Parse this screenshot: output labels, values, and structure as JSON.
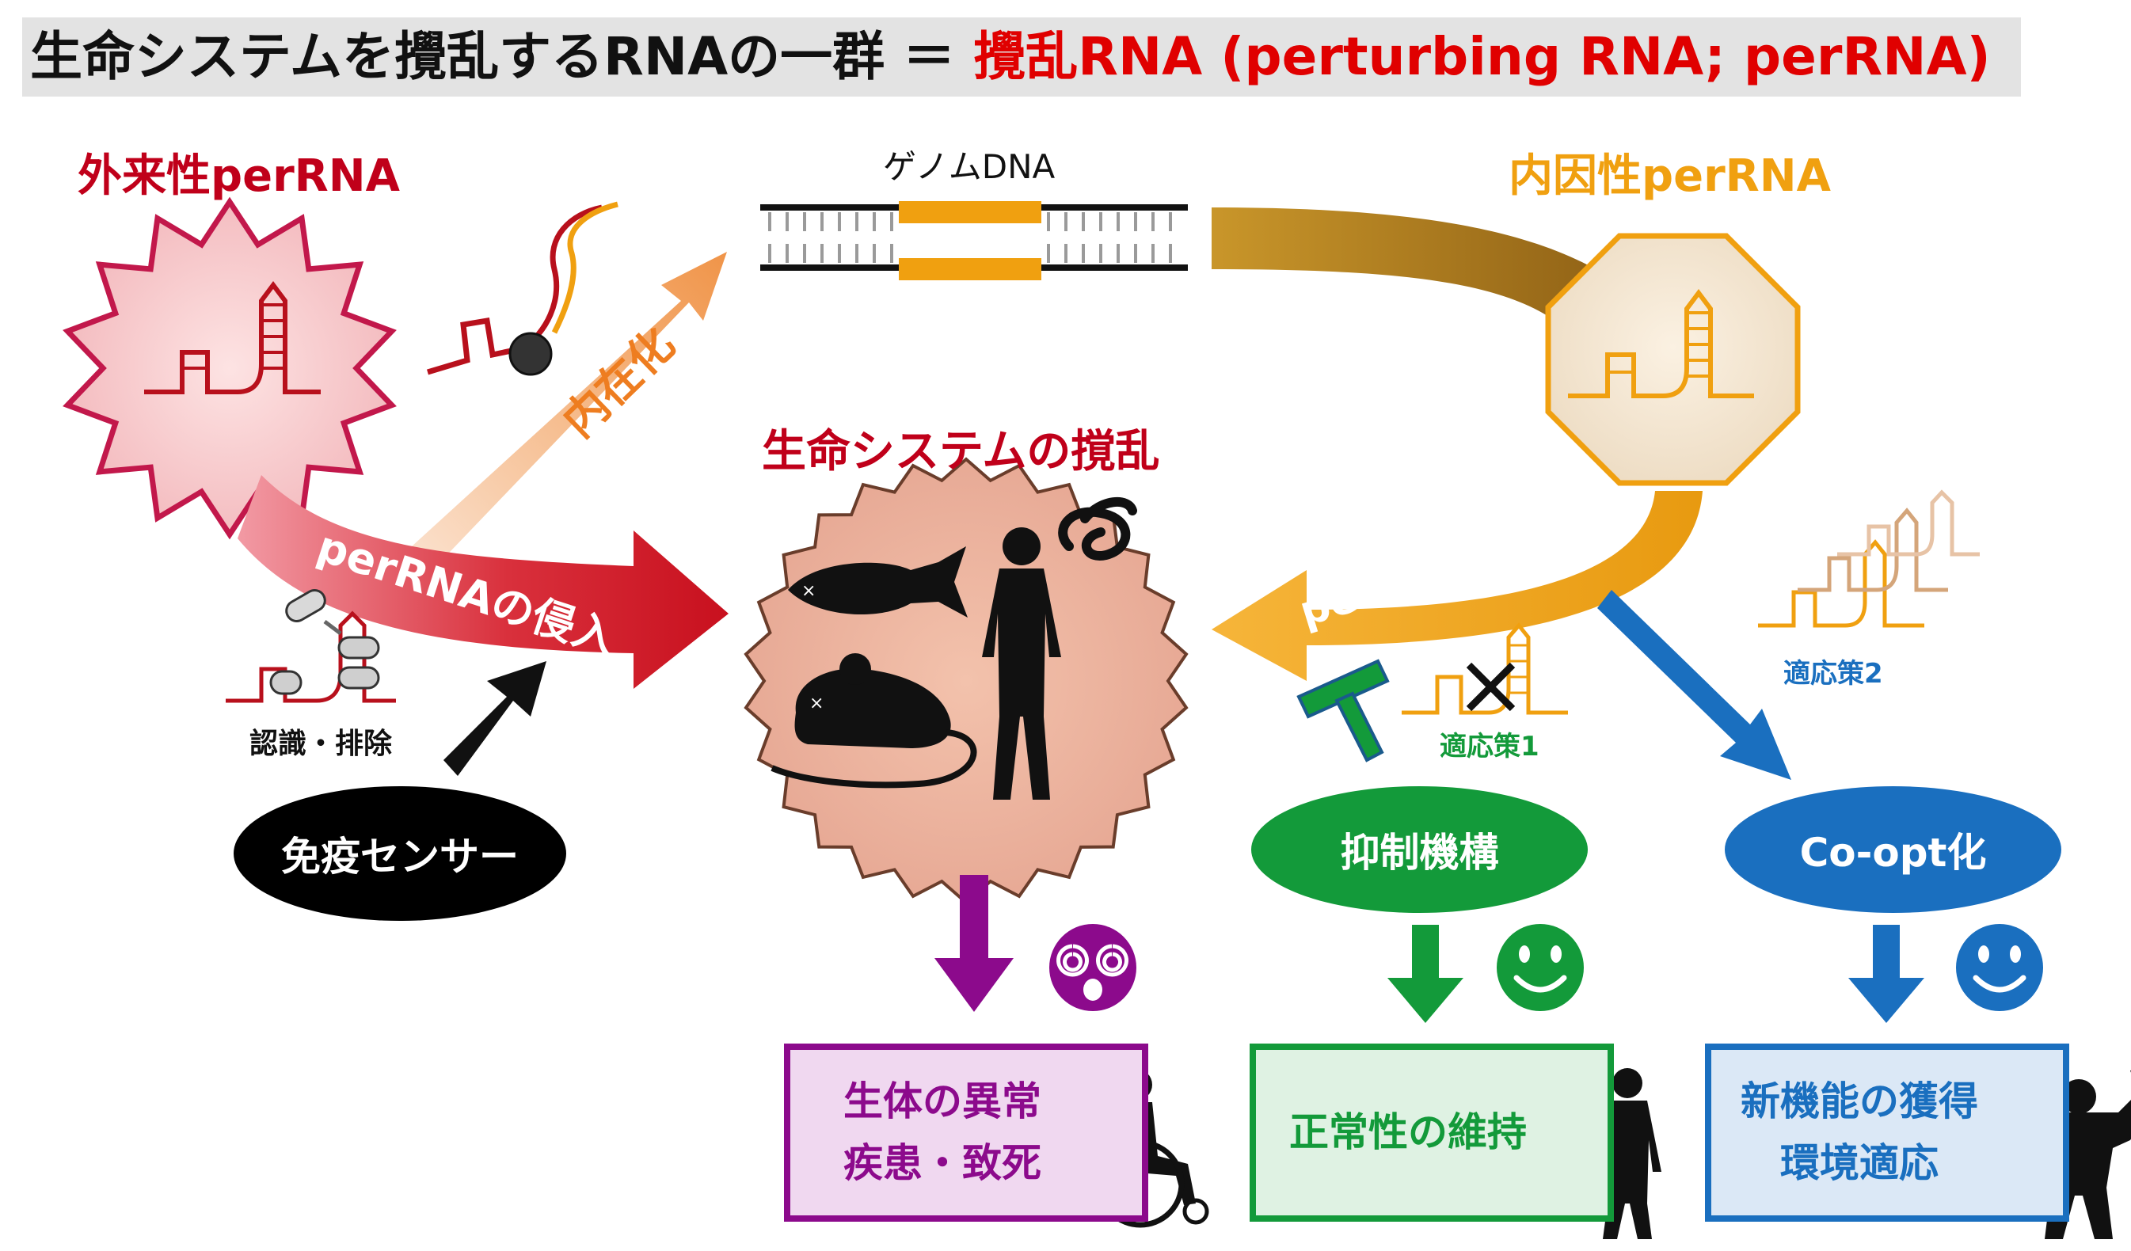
{
  "title": {
    "prefix": "生命システムを攪乱するRNAの一群 ＝ ",
    "highlight": "攪乱RNA (perturbing RNA; perRNA)"
  },
  "labels": {
    "exogenous": "外来性perRNA",
    "endogenous": "内因性perRNA",
    "genome_dna": "ゲノムDNA",
    "internalization": "内在化",
    "invasion": "perRNAの侵入",
    "expression": "perRNAの発現",
    "perturbation": "生命システムの撹乱",
    "recognition": "認識・排除",
    "strategy1": "適応策1",
    "strategy2": "適応策2"
  },
  "ellipses": {
    "immune_sensor": "免疫センサー",
    "suppression": "抑制機構",
    "coopt": "Co-opt化"
  },
  "outcomes": {
    "abnormal": [
      "生体の異常",
      "疾患・致死"
    ],
    "maintenance": [
      "正常性の維持"
    ],
    "new_function": [
      "新機能の獲得",
      "環境適応"
    ]
  },
  "colors": {
    "exogenous_red": "#c0001a",
    "endogenous_orange": "#f0a010",
    "purple": "#8c0a8c",
    "green": "#139a3a",
    "blue": "#1a6fbf"
  }
}
